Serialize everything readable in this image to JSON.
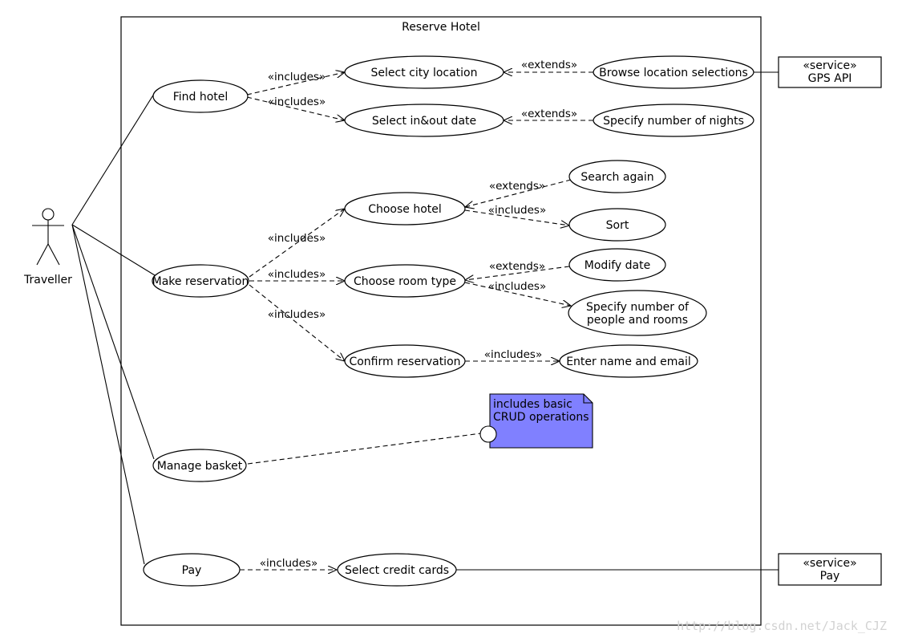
{
  "system": {
    "title": "Reserve Hotel"
  },
  "actor": {
    "name": "Traveller"
  },
  "use_cases": {
    "find_hotel": "Find hotel",
    "make_reservation": "Make reservation",
    "manage_basket": "Manage basket",
    "pay": "Pay",
    "select_city": "Select city location",
    "select_dates": "Select in&out date",
    "browse_locations": "Browse location selections",
    "specify_nights": "Specify number of nights",
    "choose_hotel": "Choose hotel",
    "search_again": "Search again",
    "sort": "Sort",
    "choose_room": "Choose room type",
    "modify_date": "Modify date",
    "specify_people_line1": "Specify number of",
    "specify_people_line2": "people and rooms",
    "confirm_reservation": "Confirm reservation",
    "enter_name_email": "Enter name and email",
    "select_credit_cards": "Select credit cards"
  },
  "relations": {
    "includes": "«includes»",
    "extends": "«extends»"
  },
  "services": {
    "gps": {
      "stereotype": "«service»",
      "name": "GPS API"
    },
    "pay": {
      "stereotype": "«service»",
      "name": "Pay"
    }
  },
  "note": {
    "line1": "includes basic",
    "line2": "CRUD operations",
    "color": "#8080ff"
  },
  "watermark": "http://blog.csdn.net/Jack_CJZ"
}
